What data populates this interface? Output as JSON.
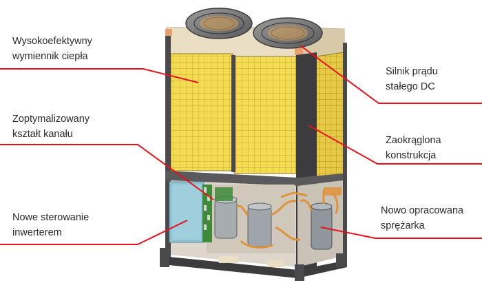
{
  "colors": {
    "leader_line": "#e8101a",
    "panel_yellow": "#f2d94e",
    "frame_dark": "#4a4a4c",
    "casing_cream": "#eadfc4",
    "control_box_blue": "#8fc3d3",
    "pcb_green": "#3f8a3a",
    "copper_pipe": "#e0923a"
  },
  "labels": {
    "heat_exchanger": {
      "line1": "Wysokoefektywny",
      "line2": "wymiennik ciepła"
    },
    "channel_shape": {
      "line1": "Zoptymalizowany",
      "line2": "kształt kanału"
    },
    "inverter_control": {
      "line1": "Nowe sterowanie",
      "line2": "inwerterem"
    },
    "dc_motor": {
      "line1": "Silnik prądu",
      "line2": "stałego DC"
    },
    "rounded_construction": {
      "line1": "Zaokrąglona",
      "line2": "konstrukcja"
    },
    "new_compressor": {
      "line1": "Nowo opracowana",
      "line2": "sprężarka"
    }
  }
}
